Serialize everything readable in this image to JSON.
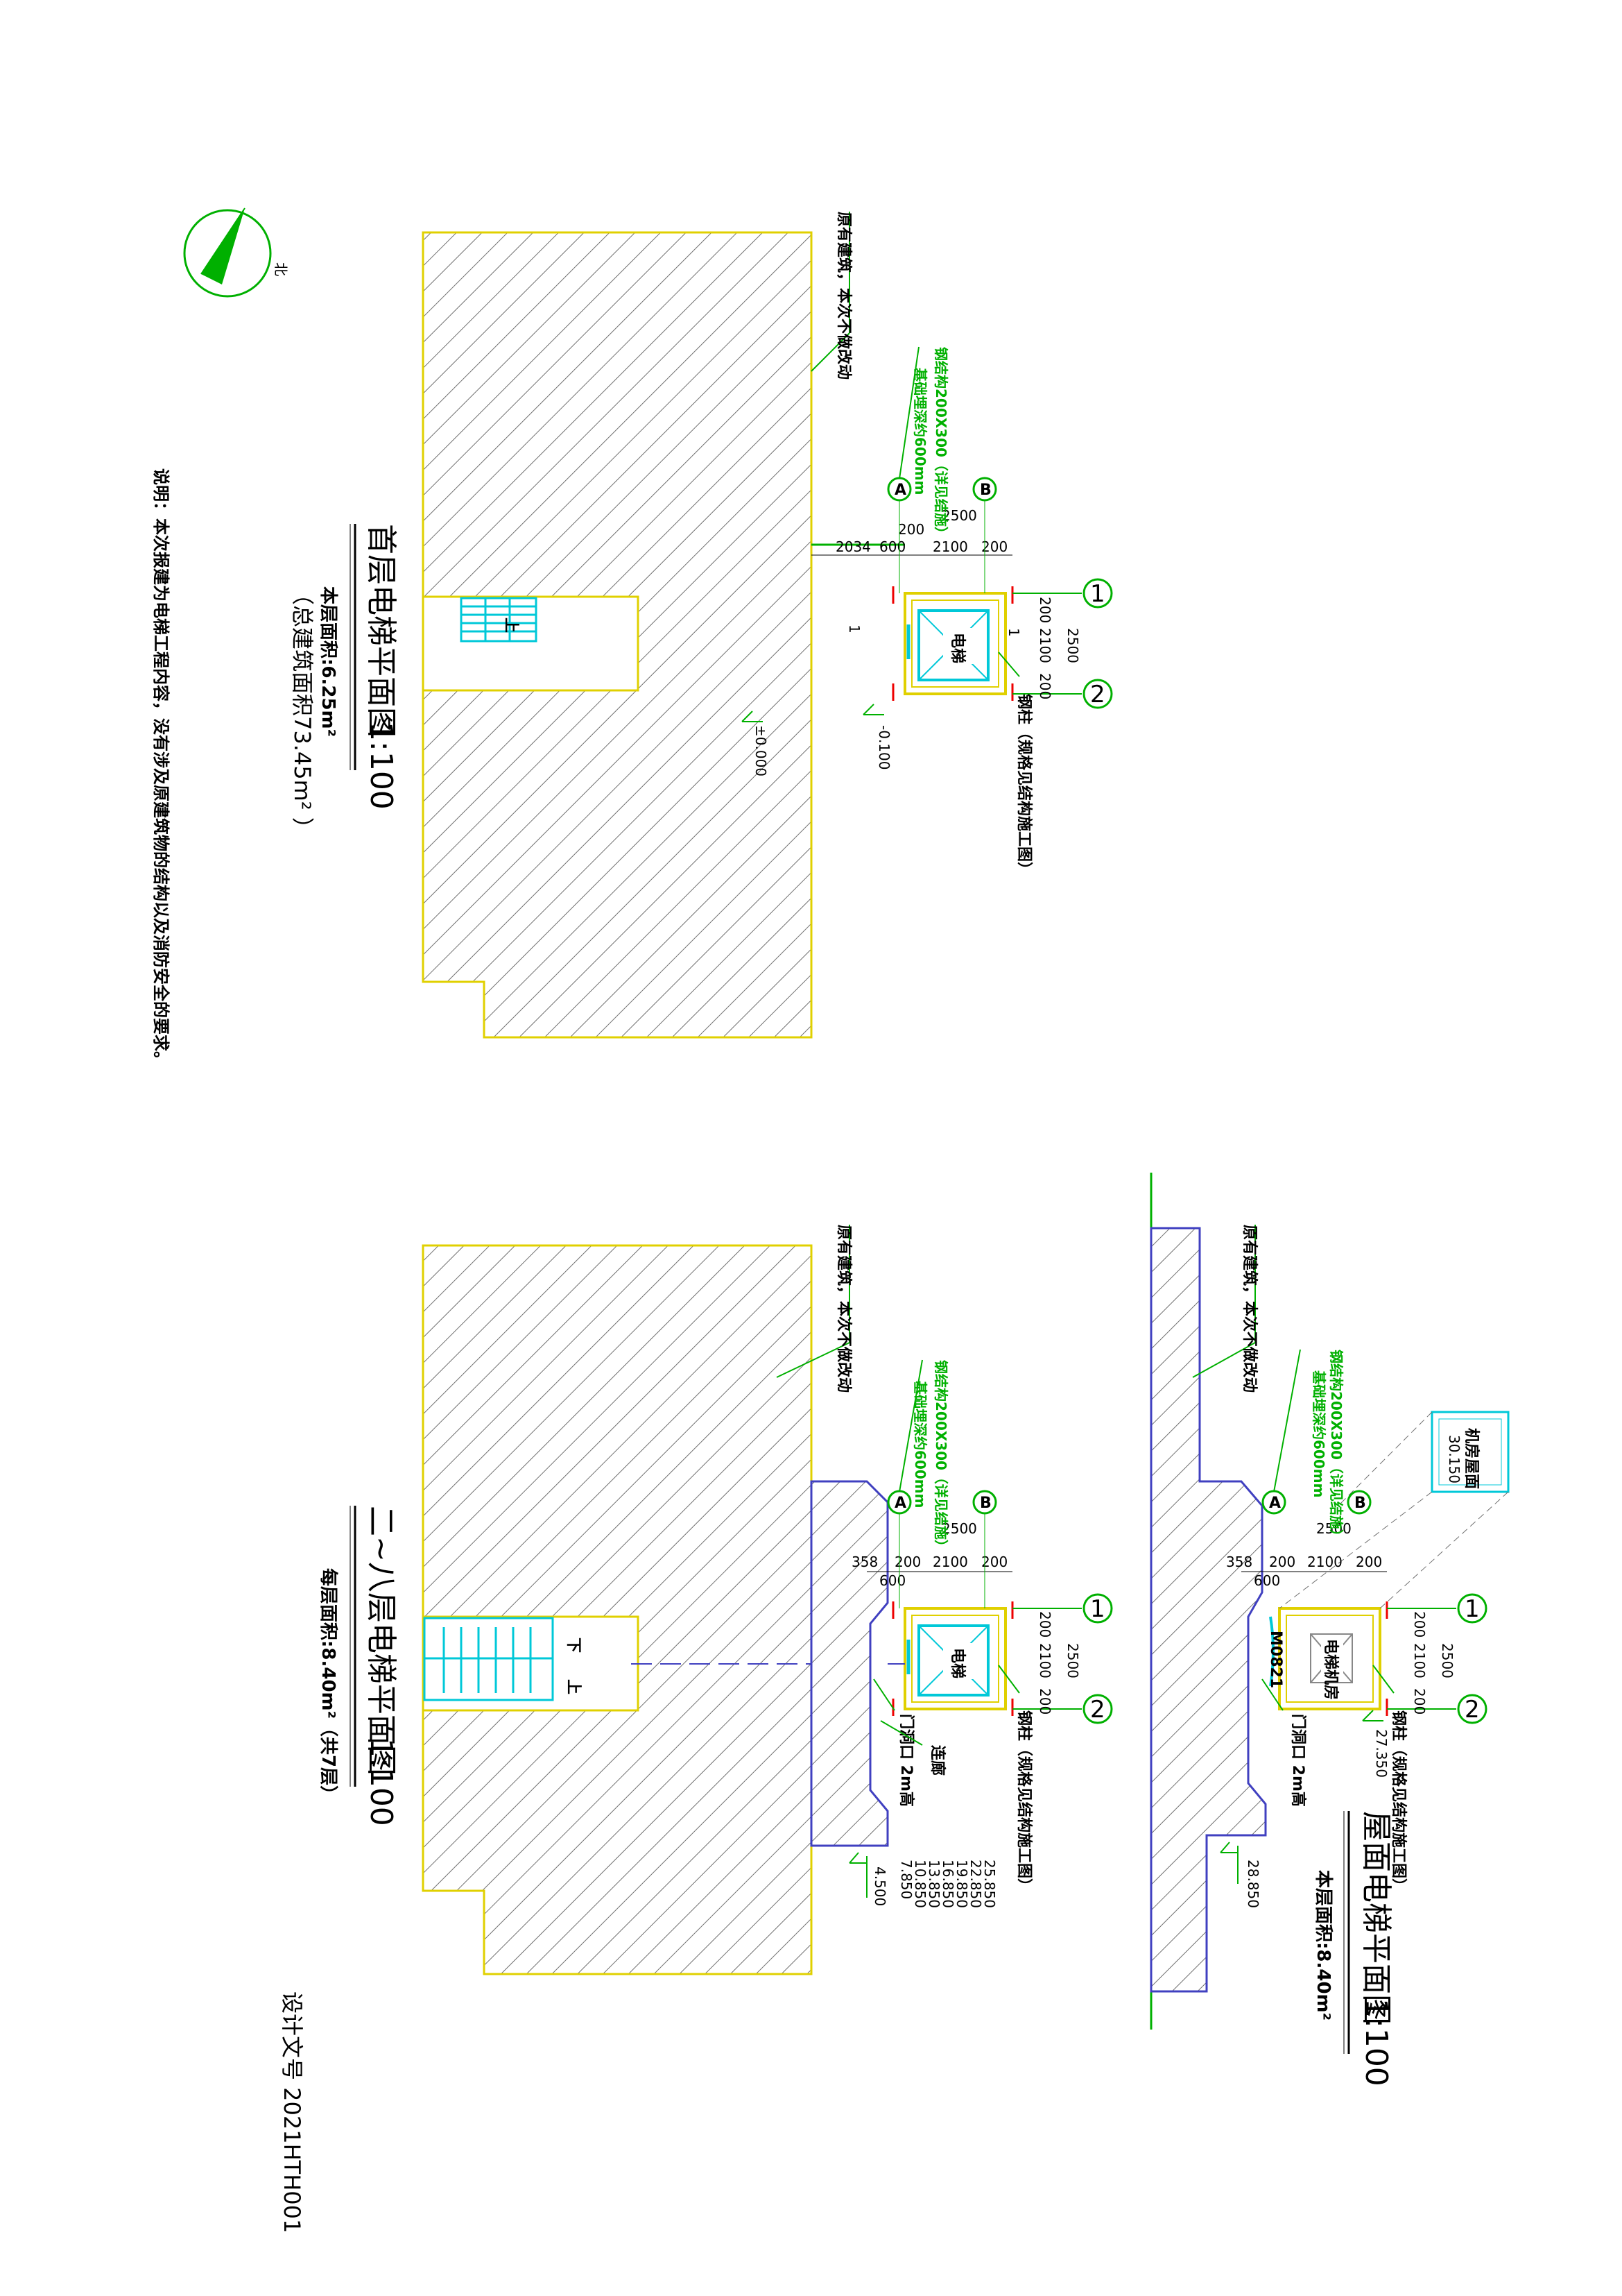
{
  "north": {
    "label": "北"
  },
  "note": "说明：本次报建为电梯工程内容，没有涉及原建筑物的结构以及消防安全的要求。",
  "doc_no": "设计文号 2021HTH001",
  "plan1": {
    "title": "首层电梯平面图",
    "scale": "1:100",
    "area_line1": "本层面积:6.25m²",
    "area_line2": "（总建筑面积73.45m²    ）",
    "callout_building": "原有建筑，本次不做改动",
    "callout_steel1": "钢结构200X300（详见结施）",
    "callout_steel2": "基础埋深约600mm",
    "callout_column": "钢柱（规格见结构施工图）",
    "elevator": "电梯",
    "elev_pos": "±0.000",
    "elev_neg": "-0.100",
    "section_mark": "1",
    "dims_top": [
      "2034",
      "600",
      "200",
      "2100",
      "200"
    ],
    "dim_total": "2500",
    "dims_side": [
      "200",
      "2100",
      "200"
    ],
    "axis_a": "A",
    "axis_b": "B",
    "axis_1": "1",
    "axis_2": "2",
    "stair": "上"
  },
  "plan2": {
    "title": "二~八层电梯平面图",
    "scale": "1:100",
    "area_line1": "每层面积:8.40m²（共7层）",
    "callout_building": "原有建筑，本次不做改动",
    "callout_steel1": "钢结构200X300（详见结施）",
    "callout_steel2": "基础埋深约600mm",
    "callout_column": "钢柱（规格见结构施工图）",
    "callout_door": "门洞口 2m高",
    "callout_walk": "连廊",
    "elevator": "电梯",
    "dims_top": [
      "358",
      "600",
      "200",
      "2100",
      "200"
    ],
    "dim_total": "2500",
    "dims_side": [
      "200",
      "2100",
      "200"
    ],
    "elevations": [
      "25.850",
      "22.850",
      "19.850",
      "16.850",
      "13.850",
      "10.850",
      "7.850",
      "4.500"
    ],
    "axis_a": "A",
    "axis_b": "B",
    "axis_1": "1",
    "axis_2": "2",
    "stair_down": "下",
    "stair_up": "上"
  },
  "plan3": {
    "title": "屋面电梯平面图",
    "scale": "1:100",
    "area_line1": "本层面积:8.40m²",
    "callout_building": "原有建筑，本次不做改动",
    "callout_steel1": "钢结构200X300（详见结施）",
    "callout_steel2": "基础埋深约600mm",
    "callout_column": "钢柱（规格见结构施工图）",
    "callout_door": "门洞口 2m高",
    "machine_room": "电梯机房",
    "door_code": "M0821",
    "roof_label": "机房屋面",
    "roof_elev": "30.150",
    "elev_room": "27.350",
    "elev_roof": "28.850",
    "dims_top": [
      "358",
      "600",
      "200",
      "2100",
      "200"
    ],
    "dim_total": "2500",
    "dims_side": [
      "200",
      "2100",
      "200"
    ],
    "axis_a": "A",
    "axis_b": "B",
    "axis_1": "1",
    "axis_2": "2"
  },
  "colors": {
    "green": "#00b000",
    "yellow": "#e0d000",
    "cyan": "#00c8d8",
    "red": "#ee0000",
    "hatch": "#707070",
    "blue": "#4040c0"
  }
}
